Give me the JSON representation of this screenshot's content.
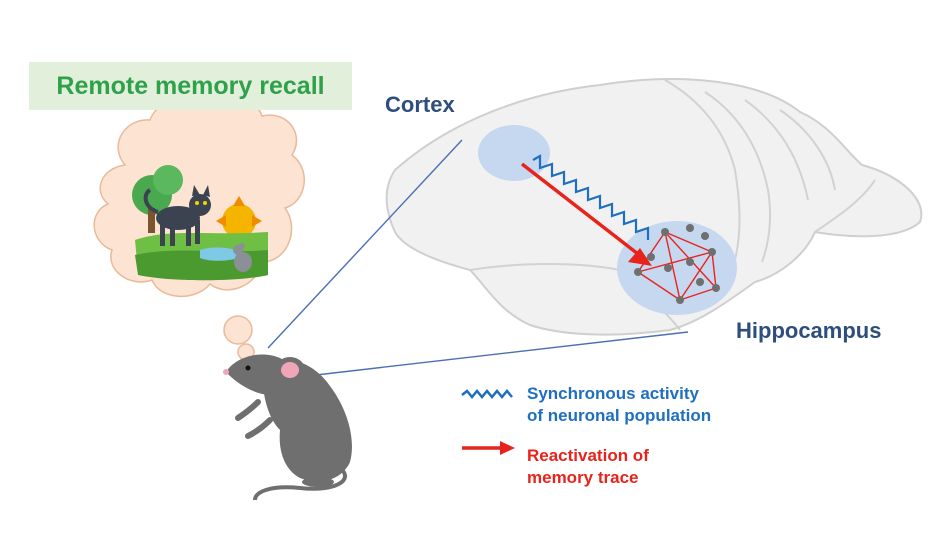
{
  "title": "Remote memory recall",
  "labels": {
    "cortex": "Cortex",
    "hippocampus": "Hippocampus"
  },
  "legend": {
    "synchronous_line1": "Synchronous activity",
    "synchronous_line2": "of neuronal population",
    "reactivation_line1": "Reactivation of",
    "reactivation_line2": "memory trace"
  },
  "colors": {
    "title_green": "#2ea14a",
    "title_bg": "#e2efda",
    "label_navy": "#2e4e7e",
    "wave_blue": "#1f6fc0",
    "arrow_red": "#e8231c",
    "region_blue": "#c5d8f0",
    "brain_fill": "#f1f1f1",
    "mouse_gray": "#6f6f6f",
    "thought_bubble": "#fde3d1"
  }
}
